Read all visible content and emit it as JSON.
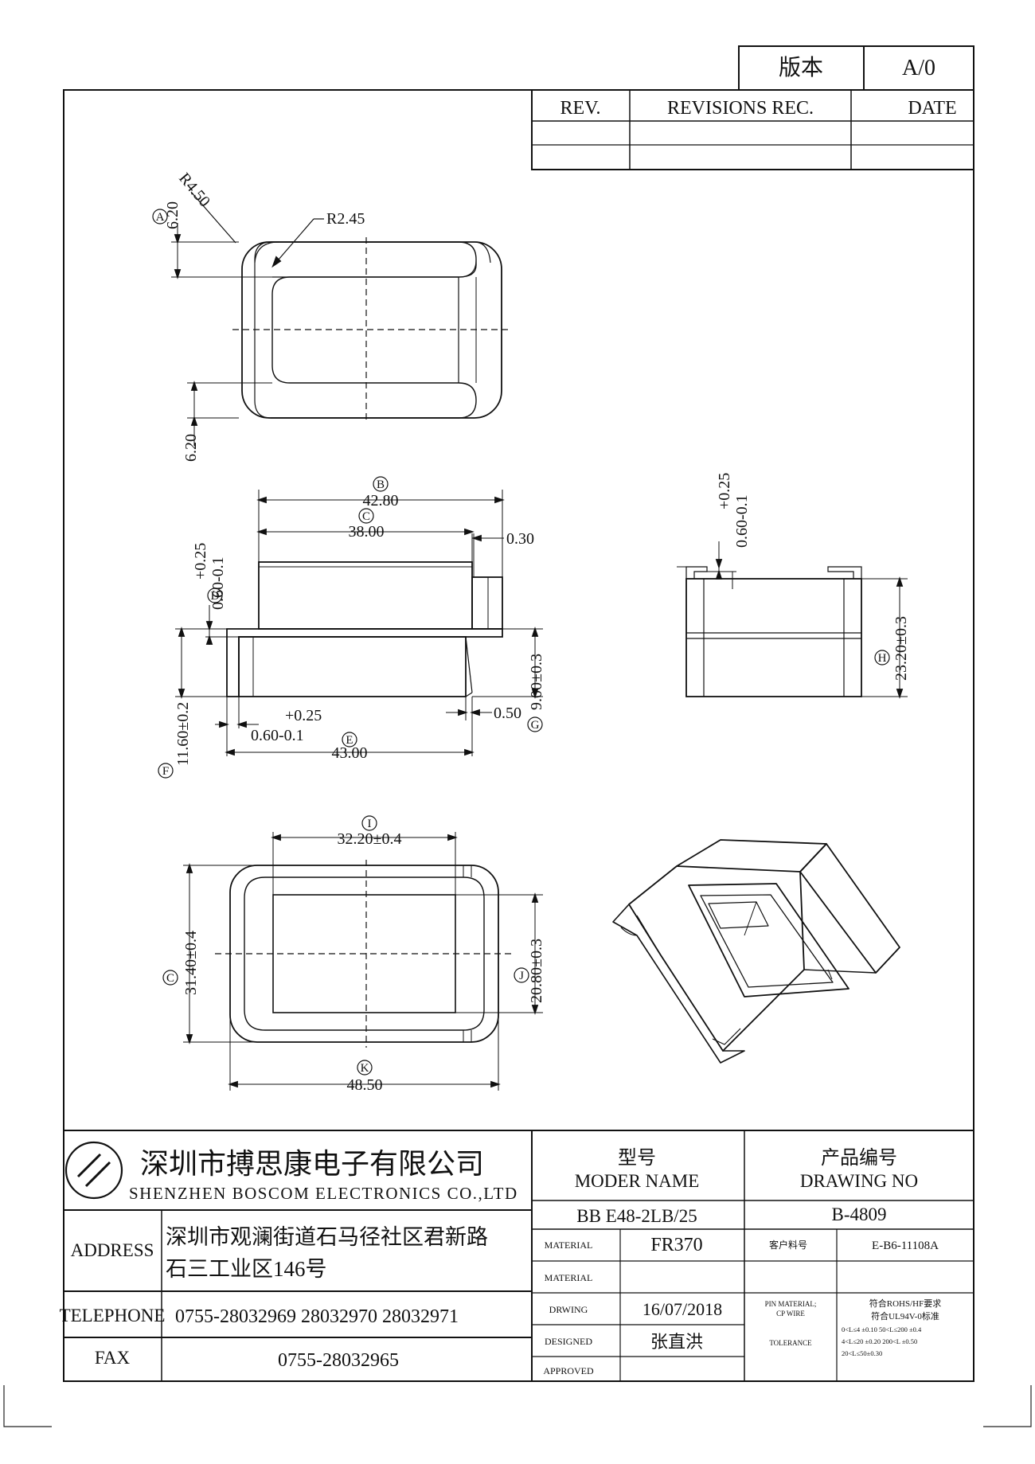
{
  "revision_block": {
    "version_label": "版本",
    "version_value": "A/0",
    "headers": {
      "rev": "REV.",
      "revisions": "REVISIONS REC.",
      "date": "DATE"
    }
  },
  "views": {
    "top": {
      "r_outer": "R4.50",
      "r_inner": "R2.45",
      "dim_a": "6.20",
      "dim_a_tag": "A",
      "dim_b": "6.20"
    },
    "front": {
      "width_b": "42.80",
      "tag_b": "B",
      "width_c": "38.00",
      "tag_c": "C",
      "gap": "0.30",
      "flange_tol_up": "+0.25",
      "flange_nom": "0.60-0.1",
      "tag_d": "D",
      "height_f": "11.60±0.2",
      "tag_f": "F",
      "wall_tol_up": "+0.25",
      "wall_nom": "0.60-0.1",
      "base_len": "43.00",
      "tag_e": "E",
      "step": "0.50",
      "height_g": "9.00±0.3",
      "tag_g": "G"
    },
    "side": {
      "tol_up": "+0.25",
      "nom": "0.60-0.1",
      "height_h": "23.20±0.3",
      "tag_h": "H"
    },
    "bottom": {
      "width_i": "32.20±0.4",
      "tag_i": "I",
      "height_c2": "31.40±0.4",
      "tag_c2": "C",
      "height_j": "20.80±0.3",
      "tag_j": "J",
      "width_k": "48.50",
      "tag_k": "K"
    }
  },
  "title_block": {
    "company_cn": "深圳市搏思康电子有限公司",
    "company_en": "SHENZHEN BOSCOM ELECTRONICS CO.,LTD",
    "address_label": "ADDRESS",
    "address_line1": "深圳市观澜街道石马径社区君新路",
    "address_line2": "石三工业区146号",
    "telephone_label": "TELEPHONE",
    "telephone_value": "0755-28032969 28032970 28032971",
    "fax_label": "FAX",
    "fax_value": "0755-28032965",
    "model_cn": "型号",
    "model_en": "MODER NAME",
    "drawing_no_cn": "产品编号",
    "drawing_no_en": "DRAWING NO",
    "model_value": "BB E48-2LB/25",
    "drawing_no_value": "B-4809",
    "material_label": "MATERIAL",
    "material_value": "FR370",
    "customer_pn_label": "客户料号",
    "customer_pn_value": "E-B6-11108A",
    "material2_label": "MATERIAL",
    "drwing_label": "DRWING",
    "drwing_value": "16/07/2018",
    "pin_material_label_1": "PIN MATERIAL;",
    "pin_material_label_2": "CP WIRE",
    "pin_material_value_1": "符合ROHS/HF要求",
    "pin_material_value_2": "符合UL94V-0标准",
    "designed_label": "DESIGNED",
    "designed_value": "张直洪",
    "approved_label": "APPROVED",
    "tolerance_label": "TOLERANCE",
    "tolerance_line1": "0<L≤4 ±0.10   50<L≤200 ±0.4",
    "tolerance_line2": "4<L≤20 ±0.20  200<L    ±0.50",
    "tolerance_line3": "20<L≤50±0.30"
  }
}
